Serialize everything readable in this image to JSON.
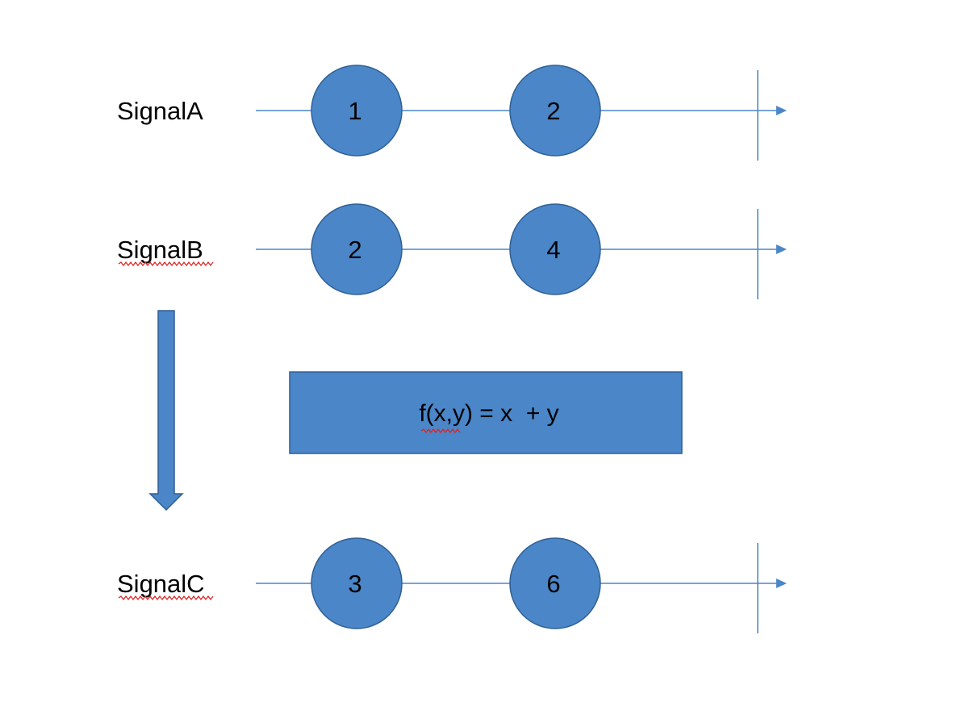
{
  "colors": {
    "background": "#ffffff",
    "node_fill": "#4a86c8",
    "node_stroke": "#2f5f95",
    "line": "#4a86c8",
    "text": "#000000",
    "spellcheck_underline": "#e02020"
  },
  "signals": [
    {
      "label": "SignalA",
      "values": [
        "1",
        "2"
      ]
    },
    {
      "label": "SignalB",
      "values": [
        "2",
        "4"
      ]
    },
    {
      "label": "SignalC",
      "values": [
        "3",
        "6"
      ]
    }
  ],
  "function_box": {
    "text": "f(x,y) = x  + y"
  },
  "transform_arrow": {
    "icon": "down-arrow-icon"
  }
}
